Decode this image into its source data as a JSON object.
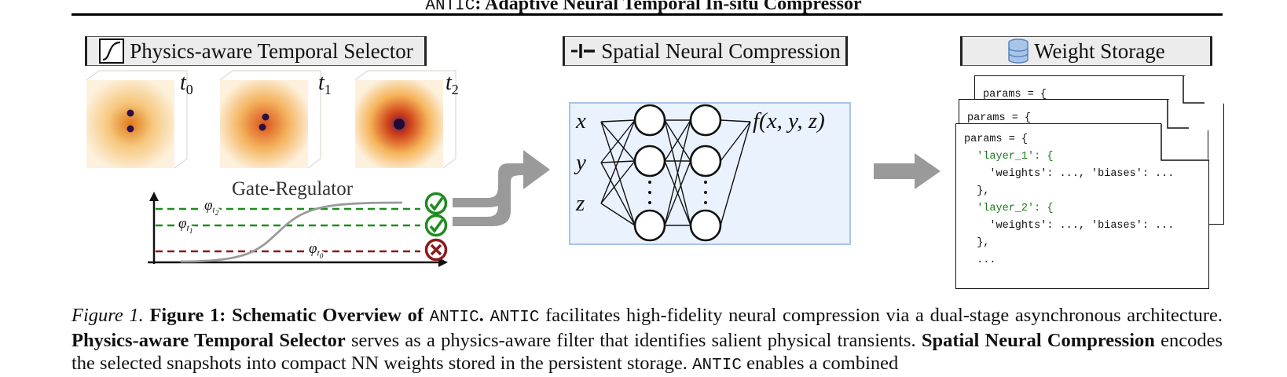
{
  "title": {
    "mono": "ANTIC",
    "rest": ": Adaptive Neural Temporal In-situ Compressor"
  },
  "panels": {
    "selector": {
      "label": "Physics-aware Temporal Selector",
      "icon": "sigmoid-icon"
    },
    "spatial": {
      "label": "Spatial Neural Compression",
      "icon": "compress-icon"
    },
    "storage": {
      "label": "Weight Storage",
      "icon": "database-icon"
    }
  },
  "snapshots": [
    "t0",
    "t1",
    "t2"
  ],
  "gate": {
    "label": "Gate-Regulator",
    "thresholds": [
      "φt2",
      "φt1",
      "φt0"
    ],
    "decisions": [
      "accept",
      "accept",
      "reject"
    ]
  },
  "network": {
    "inputs": [
      "x",
      "y",
      "z"
    ],
    "output": "f(x, y, z)"
  },
  "storage": {
    "back_line": "params = {",
    "lines": [
      "params = {",
      "  'layer_1': {",
      "    'weights': ..., 'biases': ...",
      "  },",
      "  'layer_2': {",
      "    'weights': ..., 'biases': ...",
      "  },",
      "  ..."
    ]
  },
  "caption": {
    "fig_label": "Figure 1.",
    "bold_head": "Figure 1: Schematic Overview of",
    "mono": "ANTIC",
    "text1": "facilitates high-fidelity neural compression via a dual-stage asynchronous architecture.",
    "bold2": "Physics-aware Temporal Selector",
    "text2": "serves as a physics-aware filter that identifies salient physical transients.",
    "bold3": "Spatial Neural Compression",
    "text3": "encodes the selected snapshots into compact NN weights stored in the persistent storage.",
    "mono2": "ANTIC",
    "text4": "enables a combined"
  },
  "colors": {
    "accept": "#1e8c1e",
    "reject": "#8b1a1a",
    "net_bg": "#eaf2fd",
    "arrow": "#999999"
  }
}
